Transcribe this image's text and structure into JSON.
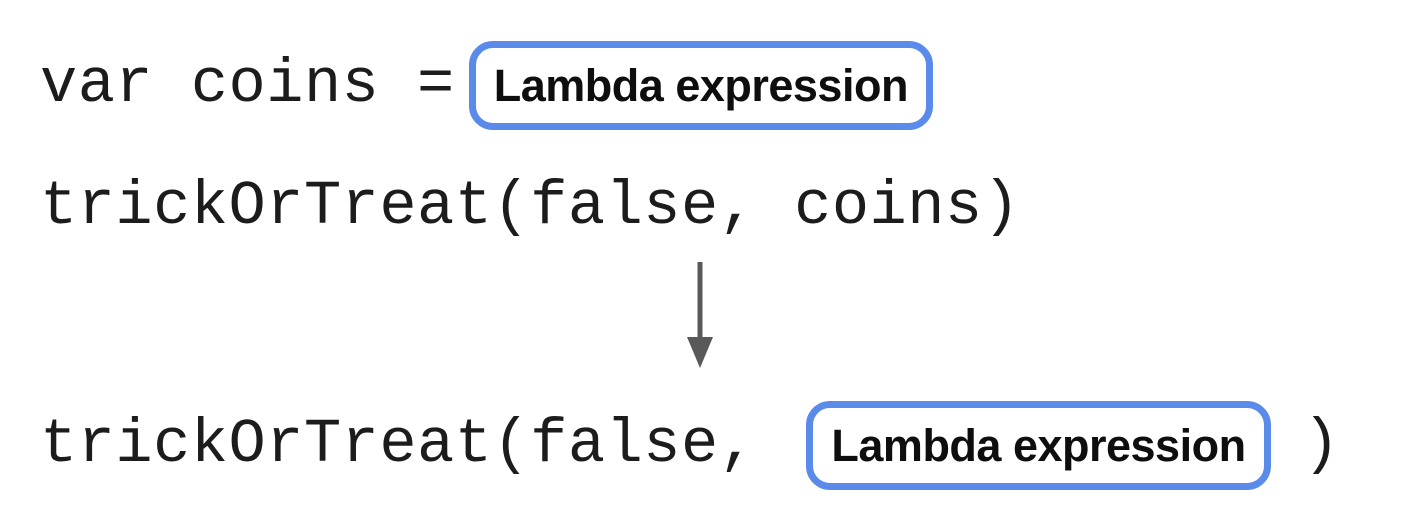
{
  "diagram": {
    "line1": {
      "code": "var coins =",
      "box_label": "Lambda expression"
    },
    "line2": {
      "code": "trickOrTreat(false, coins)"
    },
    "line3": {
      "code_before": "trickOrTreat(false,",
      "box_label": "Lambda expression",
      "code_after": ")"
    }
  },
  "colors": {
    "background": "#ffffff",
    "code_text": "#1c1c1c",
    "label_text": "#0e0e0e",
    "box_border": "#5b8bea",
    "arrow": "#595959"
  }
}
